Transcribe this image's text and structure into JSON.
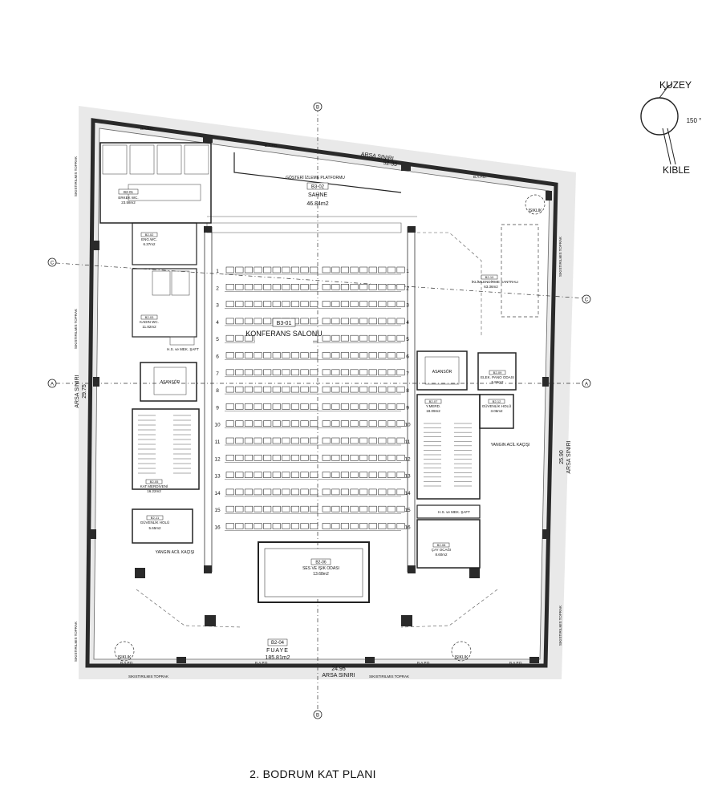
{
  "sheet_title": "2. BODRUM KAT PLANI",
  "compass": {
    "north_label": "KUZEY",
    "qibla_label": "KIBLE",
    "angle_label": "150 °"
  },
  "boundary": {
    "top_label": "ARSA SINIRI",
    "top_length": "52.35",
    "left_label": "ARSA SINIRI",
    "left_length": "29.75",
    "right_label": "ARSA SINIRI",
    "right_length": "25.90",
    "bottom_label": "ARSA SINIRI",
    "bottom_length": "24.95",
    "wall_code": "B.A.P.D.",
    "soil_label": "SIKISTIRILMIS TOPRAK"
  },
  "axes": {
    "b": "B",
    "c": "C",
    "a": "A"
  },
  "spaces": [
    {
      "code": "B3-02",
      "name": "SAHNE",
      "area": "46.84m2"
    },
    {
      "code": "B3-01",
      "name": "KONFERANS SALONU",
      "area": ""
    },
    {
      "code": "B2-04",
      "name": "FUAYE",
      "area": "185.81m2"
    },
    {
      "code": "B2-01",
      "name": "ERKEK WC.",
      "area": "23.58m2"
    },
    {
      "code": "B2-02",
      "name": "ENG.WC.",
      "area": "6.37m2"
    },
    {
      "code": "B2-03",
      "name": "KADIN WC.",
      "area": "11.82m2"
    },
    {
      "code": "B2-05",
      "name": "KAT MERDİVENİ",
      "area": "16.22m2"
    },
    {
      "code": "B2-11",
      "name": "GÜVENLİK HOLÜ",
      "area": "5.65m2"
    },
    {
      "code": "B2-06",
      "name": "SES VE IŞIK ODASI",
      "area": "13.68m2"
    },
    {
      "code": "B2-08",
      "name": "ÇAY OCAĞI",
      "area": "8.60m2"
    },
    {
      "code": "B2-07",
      "name": "Y.MERD.",
      "area": "18.09m2"
    },
    {
      "code": "B2-12",
      "name": "GÜVENLİK HOLÜ",
      "area": "3.06m2"
    },
    {
      "code": "B2-09",
      "name": "ELEK. PANO ODASI",
      "area": "5.96m2"
    },
    {
      "code": "B2-10",
      "name": "İKLİMLENDİRME SANTRALI",
      "area": "63.36m2"
    }
  ],
  "labels": {
    "stage_platform": "GÖSTERİ İZLEME PLATFORMU",
    "elevator": "ASANSÖR",
    "fire_escape": "YANGIN ACİL KAÇIŞI",
    "shaft": "H.S. ve MEK. ŞAFT",
    "skylight": "IŞIKLIK"
  },
  "row_numbers": [
    "1",
    "2",
    "3",
    "4",
    "5",
    "6",
    "7",
    "8",
    "9",
    "10",
    "11",
    "12",
    "13",
    "14",
    "15",
    "16"
  ]
}
